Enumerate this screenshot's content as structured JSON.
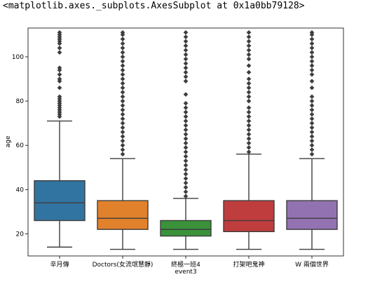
{
  "output_repr": "<matplotlib.axes._subplots.AxesSubplot at 0x1a0bb79128>",
  "chart_data": {
    "type": "boxplot",
    "xlabel": "event3",
    "ylabel": "age",
    "ylim": [
      10,
      113
    ],
    "yticks": [
      20,
      40,
      60,
      80,
      100
    ],
    "grid": false,
    "categories": [
      "辛月傳",
      "Doctors(女流氓慧靜)",
      "終極一班4",
      "打架吧鬼神",
      "W 兩個世界"
    ],
    "colors": [
      "#3274a1",
      "#e1812c",
      "#3a923a",
      "#c03d3e",
      "#9372b2"
    ],
    "boxes": [
      {
        "name": "辛月傳",
        "whisker_low": 14,
        "q1": 26,
        "median": 34,
        "q3": 44,
        "whisker_high": 71,
        "outliers": [
          73,
          74,
          75,
          76,
          77,
          78,
          79,
          80,
          81,
          82,
          86,
          89,
          90,
          92,
          94,
          95,
          102,
          104,
          106,
          107,
          108,
          109,
          110,
          111
        ]
      },
      {
        "name": "Doctors(女流氓慧靜)",
        "whisker_low": 13,
        "q1": 22,
        "median": 27,
        "q3": 35,
        "whisker_high": 54,
        "outliers": [
          56,
          58,
          60,
          62,
          64,
          66,
          68,
          70,
          72,
          74,
          76,
          78,
          80,
          82,
          84,
          86,
          88,
          90,
          92,
          94,
          96,
          98,
          100,
          102,
          104,
          106,
          108,
          110,
          111
        ]
      },
      {
        "name": "終極一班4",
        "whisker_low": 13,
        "q1": 19,
        "median": 22,
        "q3": 26,
        "whisker_high": 36,
        "outliers": [
          37,
          39,
          41,
          43,
          45,
          47,
          49,
          51,
          53,
          55,
          57,
          59,
          61,
          63,
          65,
          67,
          69,
          71,
          73,
          75,
          77,
          79,
          83,
          89,
          91,
          93,
          95,
          97,
          99,
          101,
          103,
          105,
          107,
          109,
          111
        ]
      },
      {
        "name": "打架吧鬼神",
        "whisker_low": 13,
        "q1": 21,
        "median": 26,
        "q3": 35,
        "whisker_high": 56,
        "outliers": [
          57,
          59,
          61,
          63,
          65,
          67,
          69,
          71,
          73,
          75,
          77,
          80,
          82,
          84,
          86,
          88,
          90,
          93,
          96,
          99,
          101,
          103,
          105,
          107,
          109,
          111
        ]
      },
      {
        "name": "W 兩個世界",
        "whisker_low": 13,
        "q1": 22,
        "median": 27,
        "q3": 35,
        "whisker_high": 54,
        "outliers": [
          56,
          58,
          60,
          62,
          64,
          66,
          68,
          70,
          72,
          74,
          76,
          78,
          80,
          82,
          86,
          89,
          92,
          94,
          96,
          98,
          100,
          102,
          104,
          106,
          108,
          110,
          111
        ]
      }
    ]
  }
}
